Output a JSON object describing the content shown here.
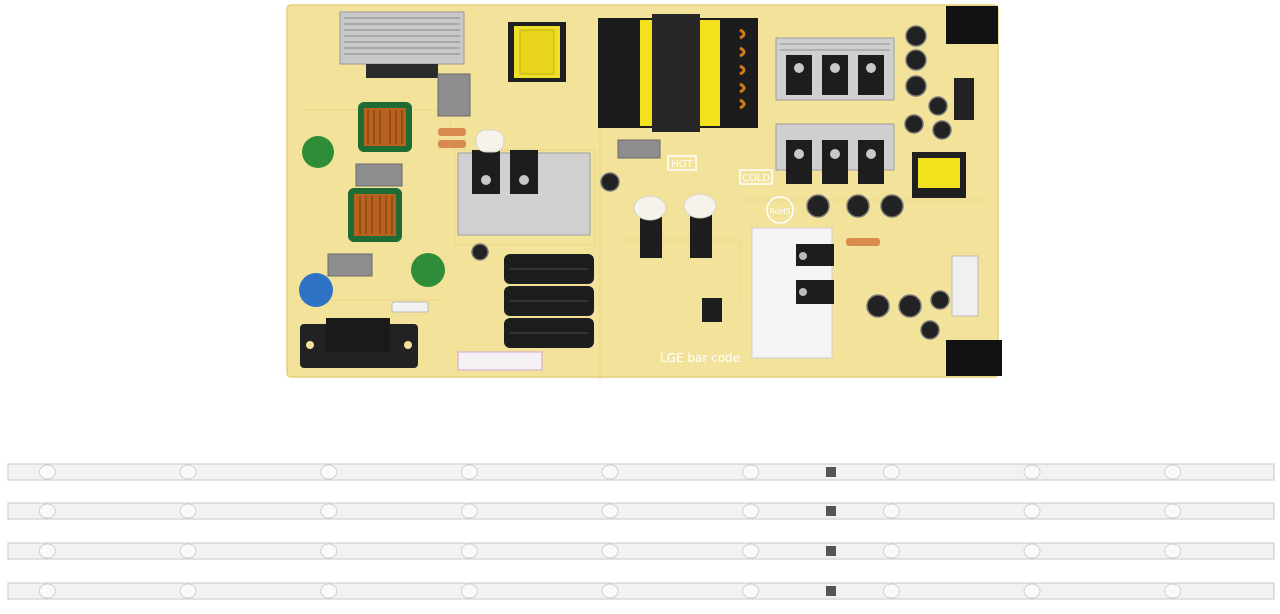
{
  "board": {
    "hot_label": "HOT",
    "cold_label": "COLD",
    "rohs_label": "RoHS",
    "barcode_label": "LGE bar code"
  },
  "strips": {
    "count": 4,
    "led_count_per_strip": 9
  },
  "colors": {
    "pcb": "#f3e39a",
    "heatsink": "#c9c9cb",
    "strip": "#f2f2f2",
    "capacitor": "#2a2a2a",
    "inductor_yellow": "#f1e21d",
    "green_varistor": "#2f8d3a",
    "blue_cap": "#2f73c7"
  }
}
